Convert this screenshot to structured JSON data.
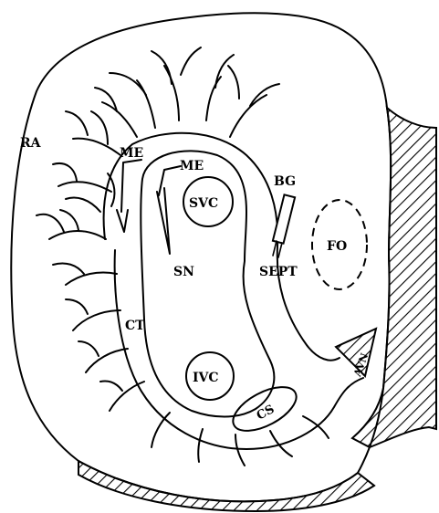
{
  "labels": {
    "ra": "RA",
    "me_left": "ME",
    "me_right": "ME",
    "svc": "SVC",
    "sn": "SN",
    "bg": "BG",
    "sept": "SEPT",
    "fo": "FO",
    "ct": "CT",
    "ivc": "IVC",
    "cs": "CS",
    "avn": "AVN"
  }
}
